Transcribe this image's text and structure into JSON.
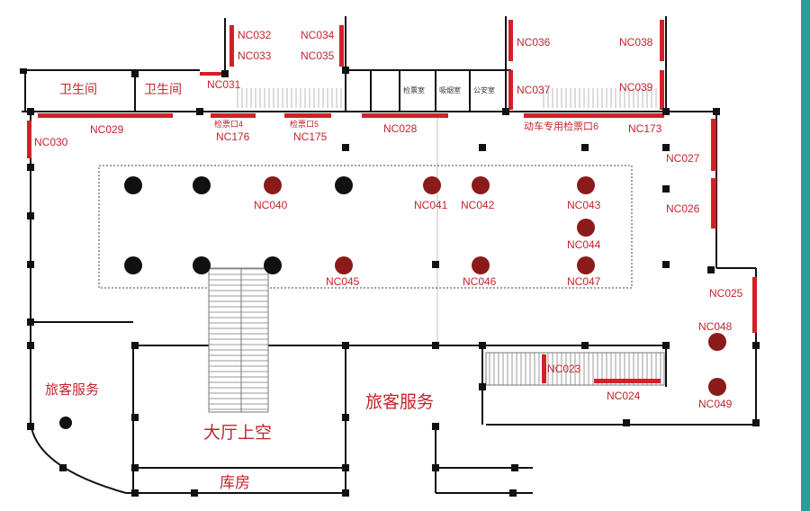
{
  "colors": {
    "wall": "#111111",
    "booth": "#d32028",
    "column_red": "#8b1a1a",
    "column_black": "#111111",
    "label": "#c4242c",
    "edge": "#2a9d9a"
  },
  "rooms": {
    "restroom_1": "卫生间",
    "restroom_2": "卫生间",
    "ticket_check_room": "检票室",
    "smoking_room": "吸烟室",
    "police_room": "公安室",
    "passenger_service_left": "旅客服务",
    "passenger_service_center": "旅客服务",
    "hall_void": "大厅上空",
    "storage": "库房"
  },
  "gates": {
    "gate_4": "检票口4",
    "gate_5": "检票口5",
    "gate_6": "动车专用检票口6"
  },
  "booths": {
    "nc023": "NC023",
    "nc024": "NC024",
    "nc025": "NC025",
    "nc026": "NC026",
    "nc027": "NC027",
    "nc028": "NC028",
    "nc029": "NC029",
    "nc030": "NC030",
    "nc031": "NC031",
    "nc032": "NC032",
    "nc033": "NC033",
    "nc034": "NC034",
    "nc035": "NC035",
    "nc036": "NC036",
    "nc037": "NC037",
    "nc038": "NC038",
    "nc039": "NC039",
    "nc173": "NC173",
    "nc175": "NC175",
    "nc176": "NC176"
  },
  "columns": {
    "nc040": "NC040",
    "nc041": "NC041",
    "nc042": "NC042",
    "nc043": "NC043",
    "nc044": "NC044",
    "nc045": "NC045",
    "nc046": "NC046",
    "nc047": "NC047",
    "nc048": "NC048",
    "nc049": "NC049"
  }
}
